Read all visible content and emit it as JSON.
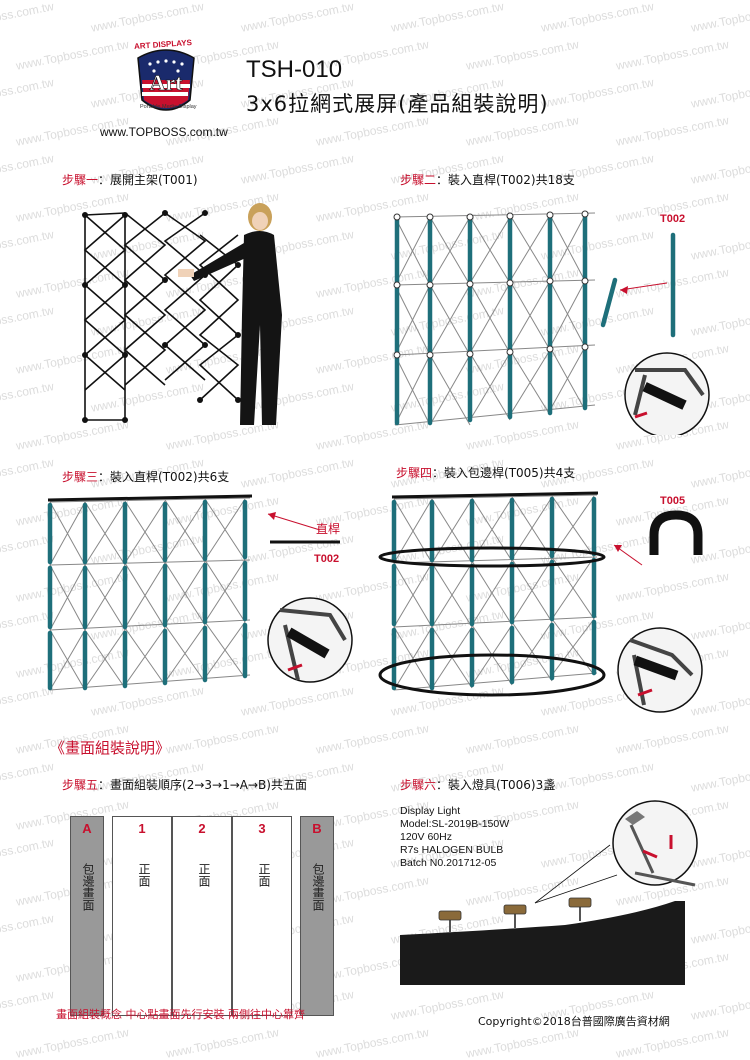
{
  "watermark": "www.Topboss.com.tw",
  "logo": {
    "top_text": "ART DISPLAYS",
    "center_text": "Art",
    "bottom_text": "Portable Media Display"
  },
  "header": {
    "code": "TSH-010",
    "title": "3x6拉網式展屏(產品組裝說明)",
    "website": "www.TOPBOSS.com.tw"
  },
  "steps": {
    "s1": {
      "label": "步驟一",
      "text": "：展開主架(T001)"
    },
    "s2": {
      "label": "步驟二",
      "text": "：裝入直桿(T002)共18支",
      "tag": "T002"
    },
    "s3": {
      "label": "步驟三",
      "text": "：裝入直桿(T002)共6支",
      "tag_cn": "直桿",
      "tag": "T002"
    },
    "s4": {
      "label": "步驟四",
      "text": "：裝入包邊桿(T005)共4支",
      "tag": "T005"
    },
    "s5": {
      "label": "步驟五",
      "text": "：畫面組裝順序(2→3→1→A→B)共五面"
    },
    "s6": {
      "label": "步驟六",
      "text": "：裝入燈具(T006)3盞"
    }
  },
  "section_title": "《畫面組裝說明》",
  "panels": [
    {
      "letter": "A",
      "text": "包邊畫面",
      "shaded": true
    },
    {
      "letter": "1",
      "text": "正面",
      "shaded": false
    },
    {
      "letter": "2",
      "text": "正面",
      "shaded": false
    },
    {
      "letter": "3",
      "text": "正面",
      "shaded": false
    },
    {
      "letter": "B",
      "text": "包邊畫面",
      "shaded": true
    }
  ],
  "light_info": {
    "line1": "Display Light",
    "line2": "Model:SL-2019B-150W",
    "line3": "120V  60Hz",
    "line4": "R7s HALOGEN BULB",
    "line5": "Batch N0.201712-05"
  },
  "concept_note": "畫面組裝概念  中心點畫面先行安裝  兩側往中心靠齊",
  "copyright": "Copyright©2018台普國際廣告資材網",
  "colors": {
    "accent": "#c8102e",
    "pole": "#1e6f7a",
    "frame": "#111111"
  }
}
